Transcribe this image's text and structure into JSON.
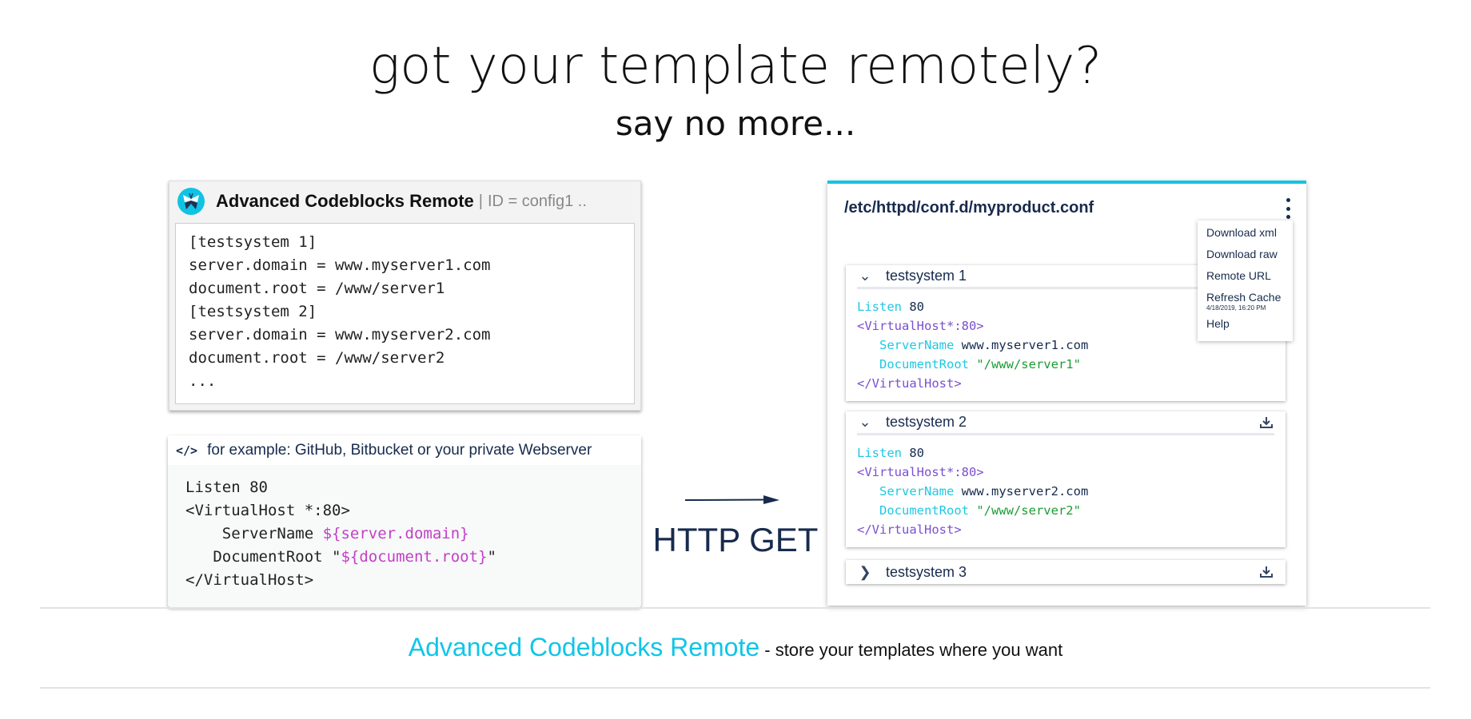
{
  "heading": {
    "title": "got your template remotely?",
    "subtitle": "say no more..."
  },
  "macro_box": {
    "title": "Advanced Codeblocks Remote",
    "separator": "|",
    "id_text": "ID = config1 ..",
    "lines": [
      "[testsystem 1]",
      "server.domain = www.myserver1.com",
      "document.root = /www/server1",
      "[testsystem 2]",
      "server.domain = www.myserver2.com",
      "document.root = /www/server2",
      "..."
    ]
  },
  "template_box": {
    "icon": "code-icon",
    "header": "for example: GitHub, Bitbucket or your private Webserver",
    "l1": "Listen 80",
    "l2": "<VirtualHost *:80>",
    "l3a": "    ServerName ",
    "l3b": "${server.domain}",
    "l4a": "   DocumentRoot \"",
    "l4b": "${document.root}",
    "l4c": "\"",
    "l5": "</VirtualHost>"
  },
  "arrow_label": "HTTP GET",
  "panel": {
    "title": "/etc/httpd/conf.d/myproduct.conf",
    "menu": {
      "items": [
        "Download xml",
        "Download raw",
        "Remote URL",
        "Refresh Cache",
        "Help"
      ],
      "refresh_date": "4/18/2019, 16:20 PM"
    },
    "cards": [
      {
        "label": "testsystem 1",
        "expanded": true,
        "kw_listen": "Listen",
        "port": " 80",
        "vh_open": "<VirtualHost*:80>",
        "kw_sn": "   ServerName",
        "sn": " www.myserver1.com",
        "kw_dr": "   DocumentRoot",
        "dr": " \"/www/server1\"",
        "vh_close": "</VirtualHost>"
      },
      {
        "label": "testsystem 2",
        "expanded": true,
        "kw_listen": "Listen",
        "port": " 80",
        "vh_open": "<VirtualHost*:80>",
        "kw_sn": "   ServerName",
        "sn": " www.myserver2.com",
        "kw_dr": "   DocumentRoot",
        "dr": " \"/www/server2\"",
        "vh_close": "</VirtualHost>"
      },
      {
        "label": "testsystem 3",
        "expanded": false
      }
    ]
  },
  "footer": {
    "brand": "Advanced Codeblocks Remote",
    "tagline": " - store your templates where you want"
  },
  "colors": {
    "accent": "#10c6e6",
    "navy": "#172b4d",
    "variable": "#c23fc8"
  }
}
